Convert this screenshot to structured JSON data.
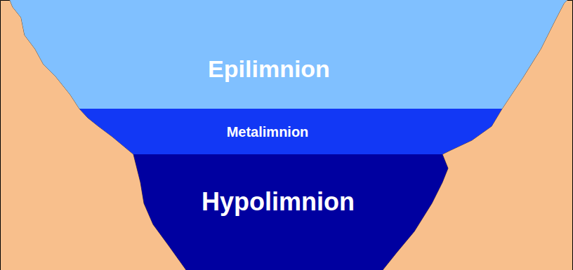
{
  "diagram": {
    "nodes": [
      {
        "text": [
          "Epilimnion"
        ]
      },
      {
        "text": [
          "Metalimnion"
        ]
      },
      {
        "text": [
          "Hypolimnion"
        ]
      }
    ]
  }
}
